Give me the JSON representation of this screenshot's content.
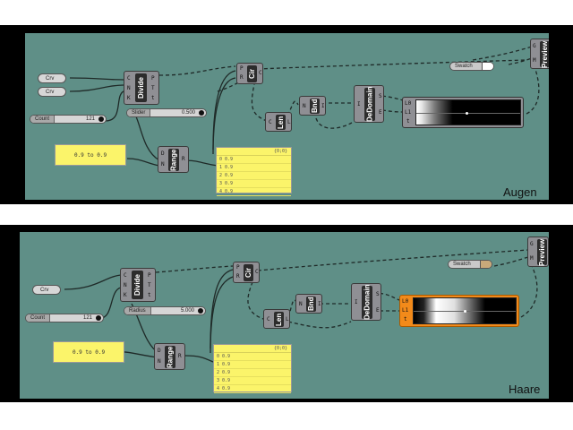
{
  "definitions": [
    {
      "caption": "Augen",
      "curve_params": [
        "Crv",
        "Crv"
      ],
      "count_slider": {
        "label": "Count",
        "value": "121"
      },
      "value_slider": {
        "label": "Slider",
        "value": "0.500"
      },
      "domain_panel": {
        "text": "0.9 to 0.9"
      },
      "output_list": {
        "header": "{0;0}",
        "rows": [
          "0 0.9",
          "1 0.9",
          "2 0.9",
          "3 0.9",
          "4 0.9"
        ]
      },
      "swatch": {
        "label": "Swatch",
        "color": "#ffffff"
      },
      "components": {
        "divide": {
          "title": "Divide",
          "inputs": [
            "C",
            "N",
            "K"
          ],
          "outputs": [
            "P",
            "T",
            "t"
          ]
        },
        "range": {
          "title": "Range",
          "inputs": [
            "D",
            "N"
          ],
          "outputs": [
            "R"
          ]
        },
        "circle": {
          "title": "Cir",
          "inputs": [
            "P",
            "R"
          ],
          "outputs": [
            "C"
          ]
        },
        "length": {
          "title": "Len",
          "inputs": [
            "C"
          ],
          "outputs": [
            "L"
          ]
        },
        "bounds": {
          "title": "Bnd",
          "inputs": [
            "N"
          ],
          "outputs": [
            "I"
          ]
        },
        "dedomain": {
          "title": "DeDomain",
          "inputs": [
            "I"
          ],
          "outputs": [
            "S",
            "E"
          ]
        },
        "preview": {
          "title": "Preview",
          "inputs": [
            "G",
            "M"
          ]
        },
        "gradient": {
          "ports": [
            "L0",
            "L1",
            "t"
          ]
        }
      }
    },
    {
      "caption": "Haare",
      "curve_params": [
        "Crv"
      ],
      "count_slider": {
        "label": "Count",
        "value": "121"
      },
      "value_slider": {
        "label": "Radius",
        "value": "5.000"
      },
      "domain_panel": {
        "text": "0.9 to 0.9"
      },
      "output_list": {
        "header": "{0;0}",
        "rows": [
          "0 0.9",
          "1 0.9",
          "2 0.9",
          "3 0.9",
          "4 0.9"
        ]
      },
      "swatch": {
        "label": "Swatch",
        "color": "#c9a97a"
      },
      "components": {
        "divide": {
          "title": "Divide",
          "inputs": [
            "C",
            "N",
            "K"
          ],
          "outputs": [
            "P",
            "T",
            "t"
          ]
        },
        "range": {
          "title": "Range",
          "inputs": [
            "D",
            "N"
          ],
          "outputs": [
            "R"
          ]
        },
        "circle": {
          "title": "Cir",
          "inputs": [
            "P",
            "R"
          ],
          "outputs": [
            "C"
          ]
        },
        "length": {
          "title": "Len",
          "inputs": [
            "C"
          ],
          "outputs": [
            "L"
          ]
        },
        "bounds": {
          "title": "Bnd",
          "inputs": [
            "N"
          ],
          "outputs": [
            "I"
          ]
        },
        "dedomain": {
          "title": "DeDomain",
          "inputs": [
            "I"
          ],
          "outputs": [
            "S",
            "E"
          ]
        },
        "preview": {
          "title": "Preview",
          "inputs": [
            "G",
            "M"
          ]
        },
        "gradient": {
          "ports": [
            "L0",
            "L1",
            "t"
          ]
        }
      }
    }
  ],
  "colors": {
    "canvas": "#5f8f87",
    "band": "#000000",
    "panel": "#fbf46a",
    "selected": "#f28a1a"
  }
}
